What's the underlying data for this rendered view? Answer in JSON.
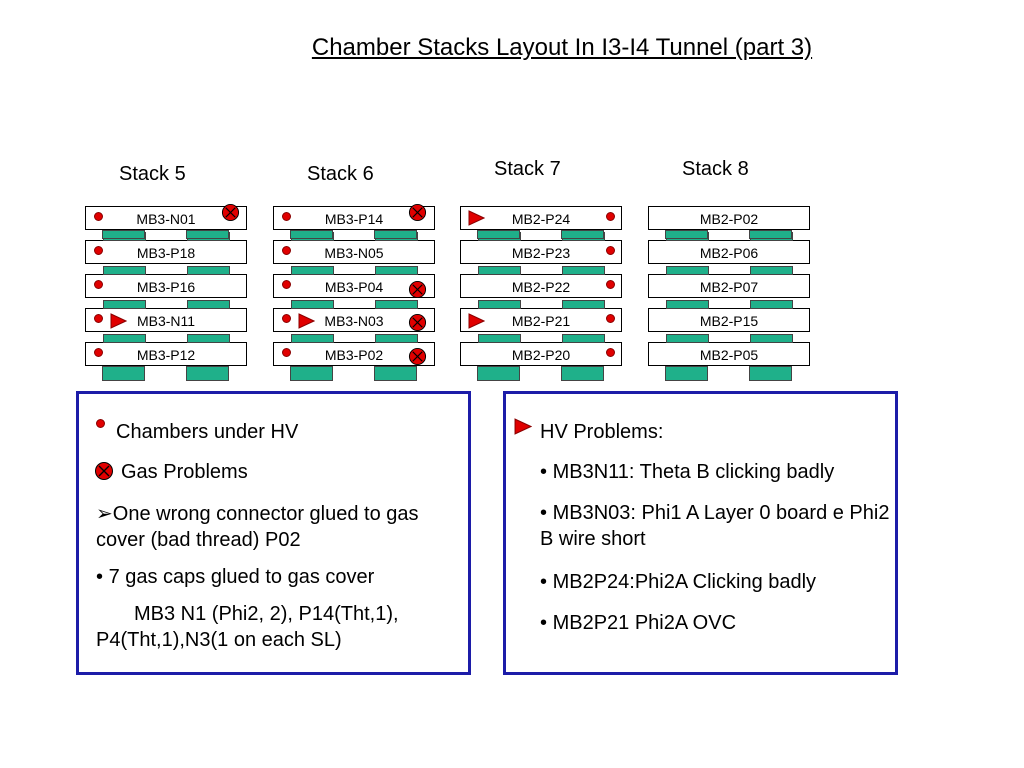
{
  "title": "Chamber Stacks Layout In I3-I4 Tunnel (part 3)",
  "stacks": [
    {
      "label": "Stack 5",
      "chambers": [
        "MB3-N01",
        "MB3-P18",
        "MB3-P16",
        "MB3-N11",
        "MB3-P12"
      ]
    },
    {
      "label": "Stack 6",
      "chambers": [
        "MB3-P14",
        "MB3-N05",
        "MB3-P04",
        "MB3-N03",
        "MB3-P02"
      ]
    },
    {
      "label": "Stack 7",
      "chambers": [
        "MB2-P24",
        "MB2-P23",
        "MB2-P22",
        "MB2-P21",
        "MB2-P20"
      ]
    },
    {
      "label": "Stack 8",
      "chambers": [
        "MB2-P02",
        "MB2-P06",
        "MB2-P07",
        "MB2-P15",
        "MB2-P05"
      ]
    }
  ],
  "legend_box": {
    "hv_label": "Chambers under HV",
    "gas_label": "Gas Problems",
    "connector_prefix": "➢",
    "connector_note": "One wrong connector glued to gas cover (bad thread) P02",
    "bullet": "•",
    "caps_note": "7 gas caps glued to gas cover",
    "caps_detail": "MB3 N1 (Phi2, 2), P14(Tht,1), P4(Tht,1),N3(1 on each SL)"
  },
  "hv_box": {
    "heading": "HV Problems:",
    "bullet": "•",
    "items": [
      "MB3N11: Theta B clicking badly",
      "MB3N03: Phi1 A Layer 0 board e Phi2 B wire short",
      "MB2P24:Phi2A Clicking badly",
      "MB2P21 Phi2A OVC"
    ]
  },
  "colors": {
    "hv_dot": "#e00000",
    "foot": "#1fb08a",
    "box_border": "#1c1ca8"
  },
  "icons": [
    "hv-dot-icon",
    "gas-problem-icon",
    "hv-problem-triangle-icon"
  ]
}
